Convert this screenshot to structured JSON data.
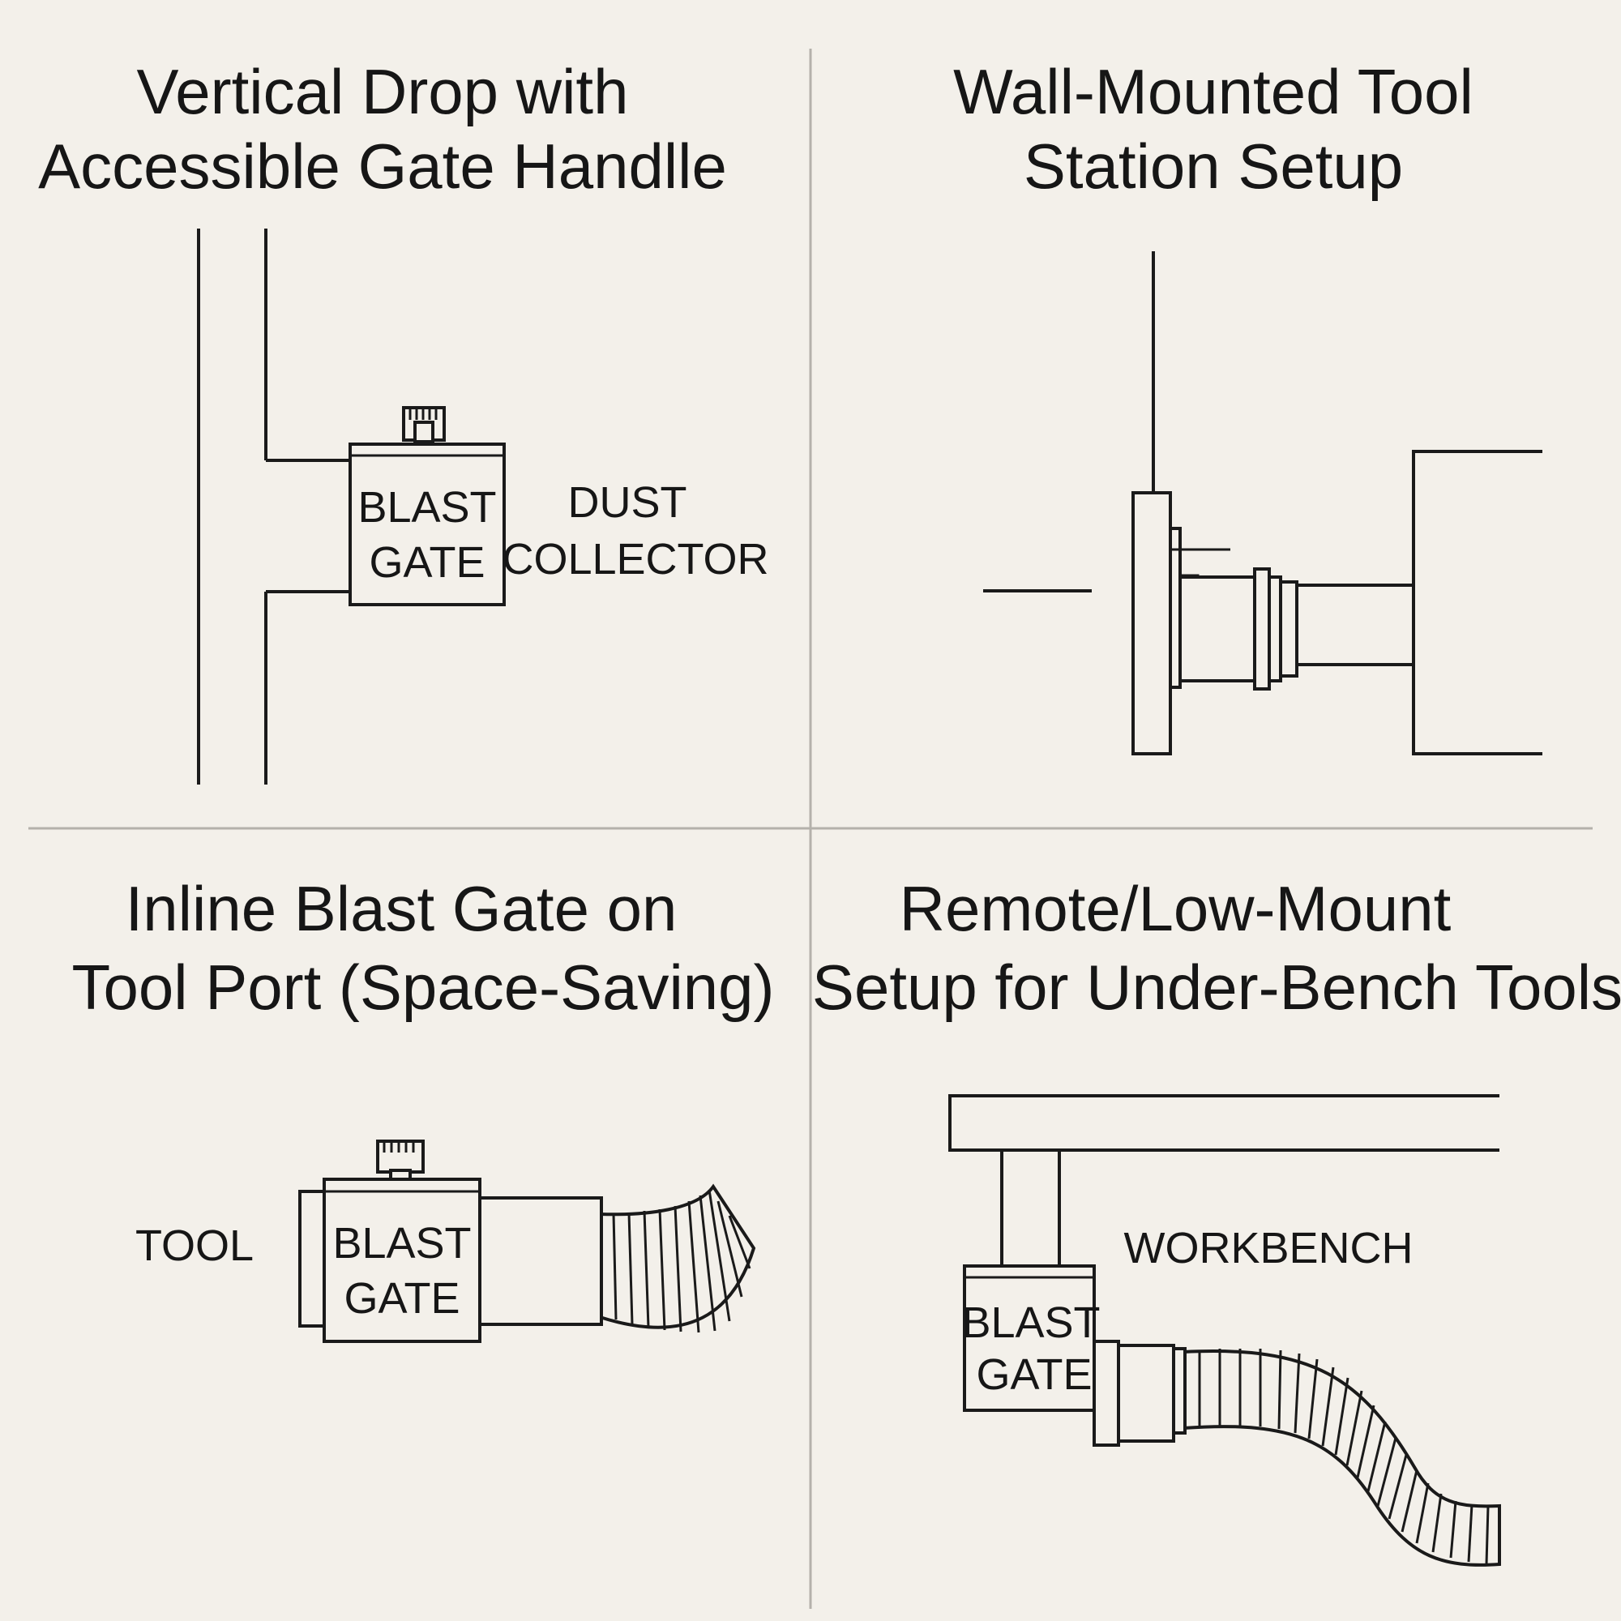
{
  "panels": [
    {
      "title_lines": [
        "Vertical Drop with",
        "Accessible Gate Handlle"
      ],
      "gate_lines": [
        "BLAST",
        "GATE"
      ],
      "side_lines": [
        "DUST",
        "COLLECTOR"
      ]
    },
    {
      "title_lines": [
        "Wall-Mounted Tool",
        "Station Setup"
      ]
    },
    {
      "title_lines": [
        "Inline Blast Gate on",
        "Tool Port (Space-Saving)"
      ],
      "gate_lines": [
        "BLAST",
        "GATE"
      ],
      "side_label": "TOOL"
    },
    {
      "title_lines": [
        "Remote/Low-Mount",
        "Setup for Under-Bench Tools"
      ],
      "gate_lines": [
        "BLAST",
        "GATE"
      ],
      "side_label": "WORKBENCH"
    }
  ],
  "colors": {
    "background": "#f3f0ea",
    "ink": "#1a1a1a",
    "divider": "#b4b1ab"
  }
}
